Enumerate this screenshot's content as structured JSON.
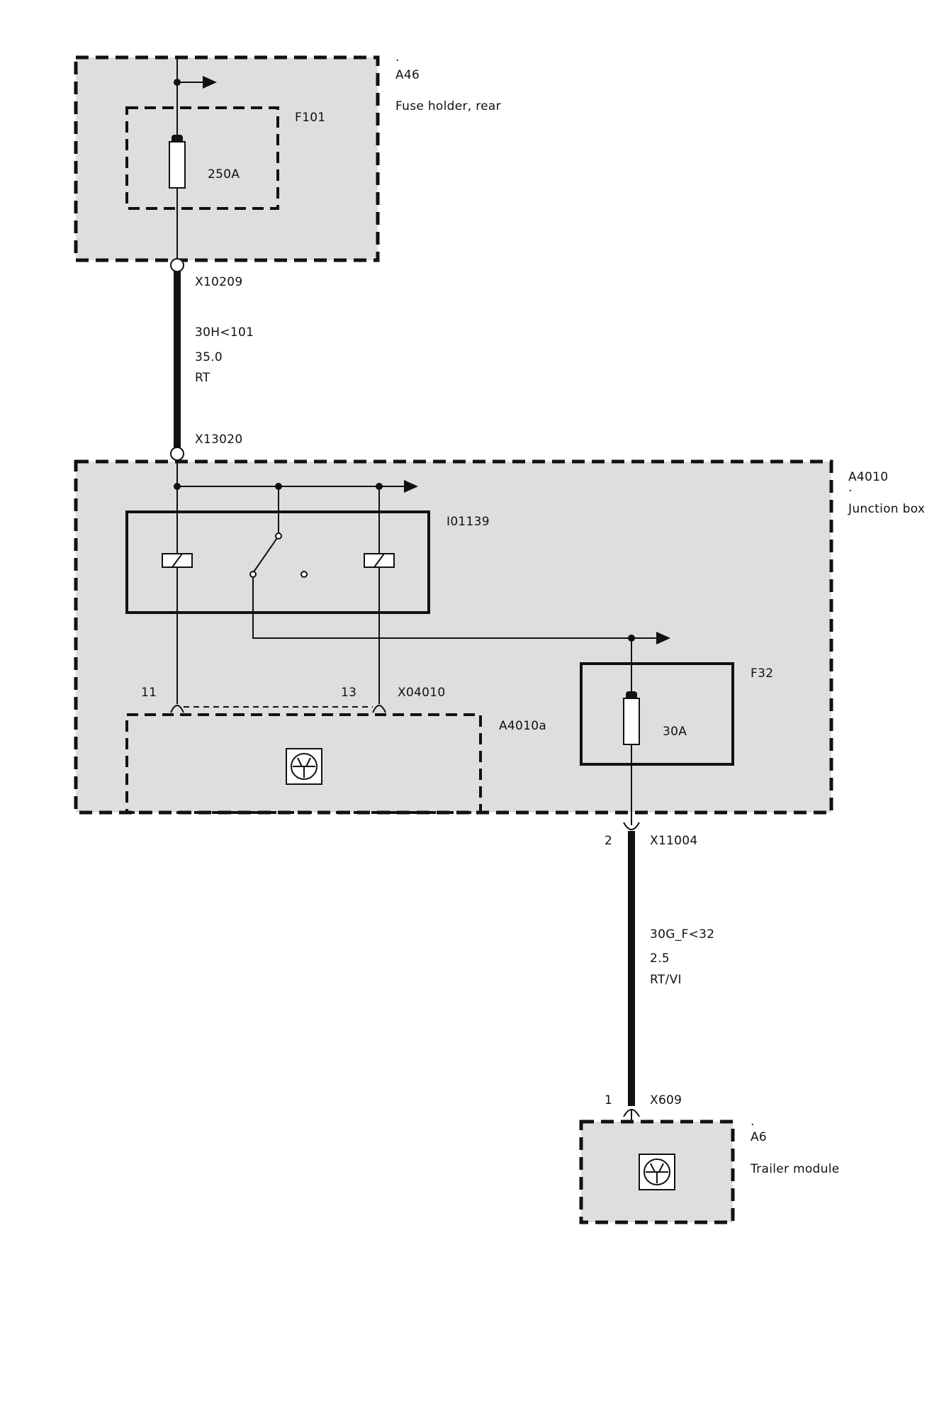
{
  "components": {
    "a46": {
      "dot": ".",
      "id": "A46",
      "name": "Fuse holder, rear"
    },
    "f101": {
      "id": "F101",
      "rating": "250A"
    },
    "a4010": {
      "dot": ".",
      "id": "A4010",
      "name": "Junction box"
    },
    "relay": {
      "id": "I01139"
    },
    "f32": {
      "id": "F32",
      "rating": "30A"
    },
    "a4010a": {
      "id": "A4010a"
    },
    "a6": {
      "dot": ".",
      "id": "A6",
      "name": "Trailer module"
    }
  },
  "connectors": {
    "x10209": "X10209",
    "x13020": "X13020",
    "x04010": "X04010",
    "x04010_pin_a": "11",
    "x04010_pin_b": "13",
    "x11004": "X11004",
    "x11004_pin": "2",
    "x609": "X609",
    "x609_pin": "1"
  },
  "wires": {
    "upper": {
      "signal": "30H<101",
      "gauge": "35.0",
      "color": "RT"
    },
    "lower": {
      "signal": "30G_F<32",
      "gauge": "2.5",
      "color": "RT/VI"
    }
  }
}
